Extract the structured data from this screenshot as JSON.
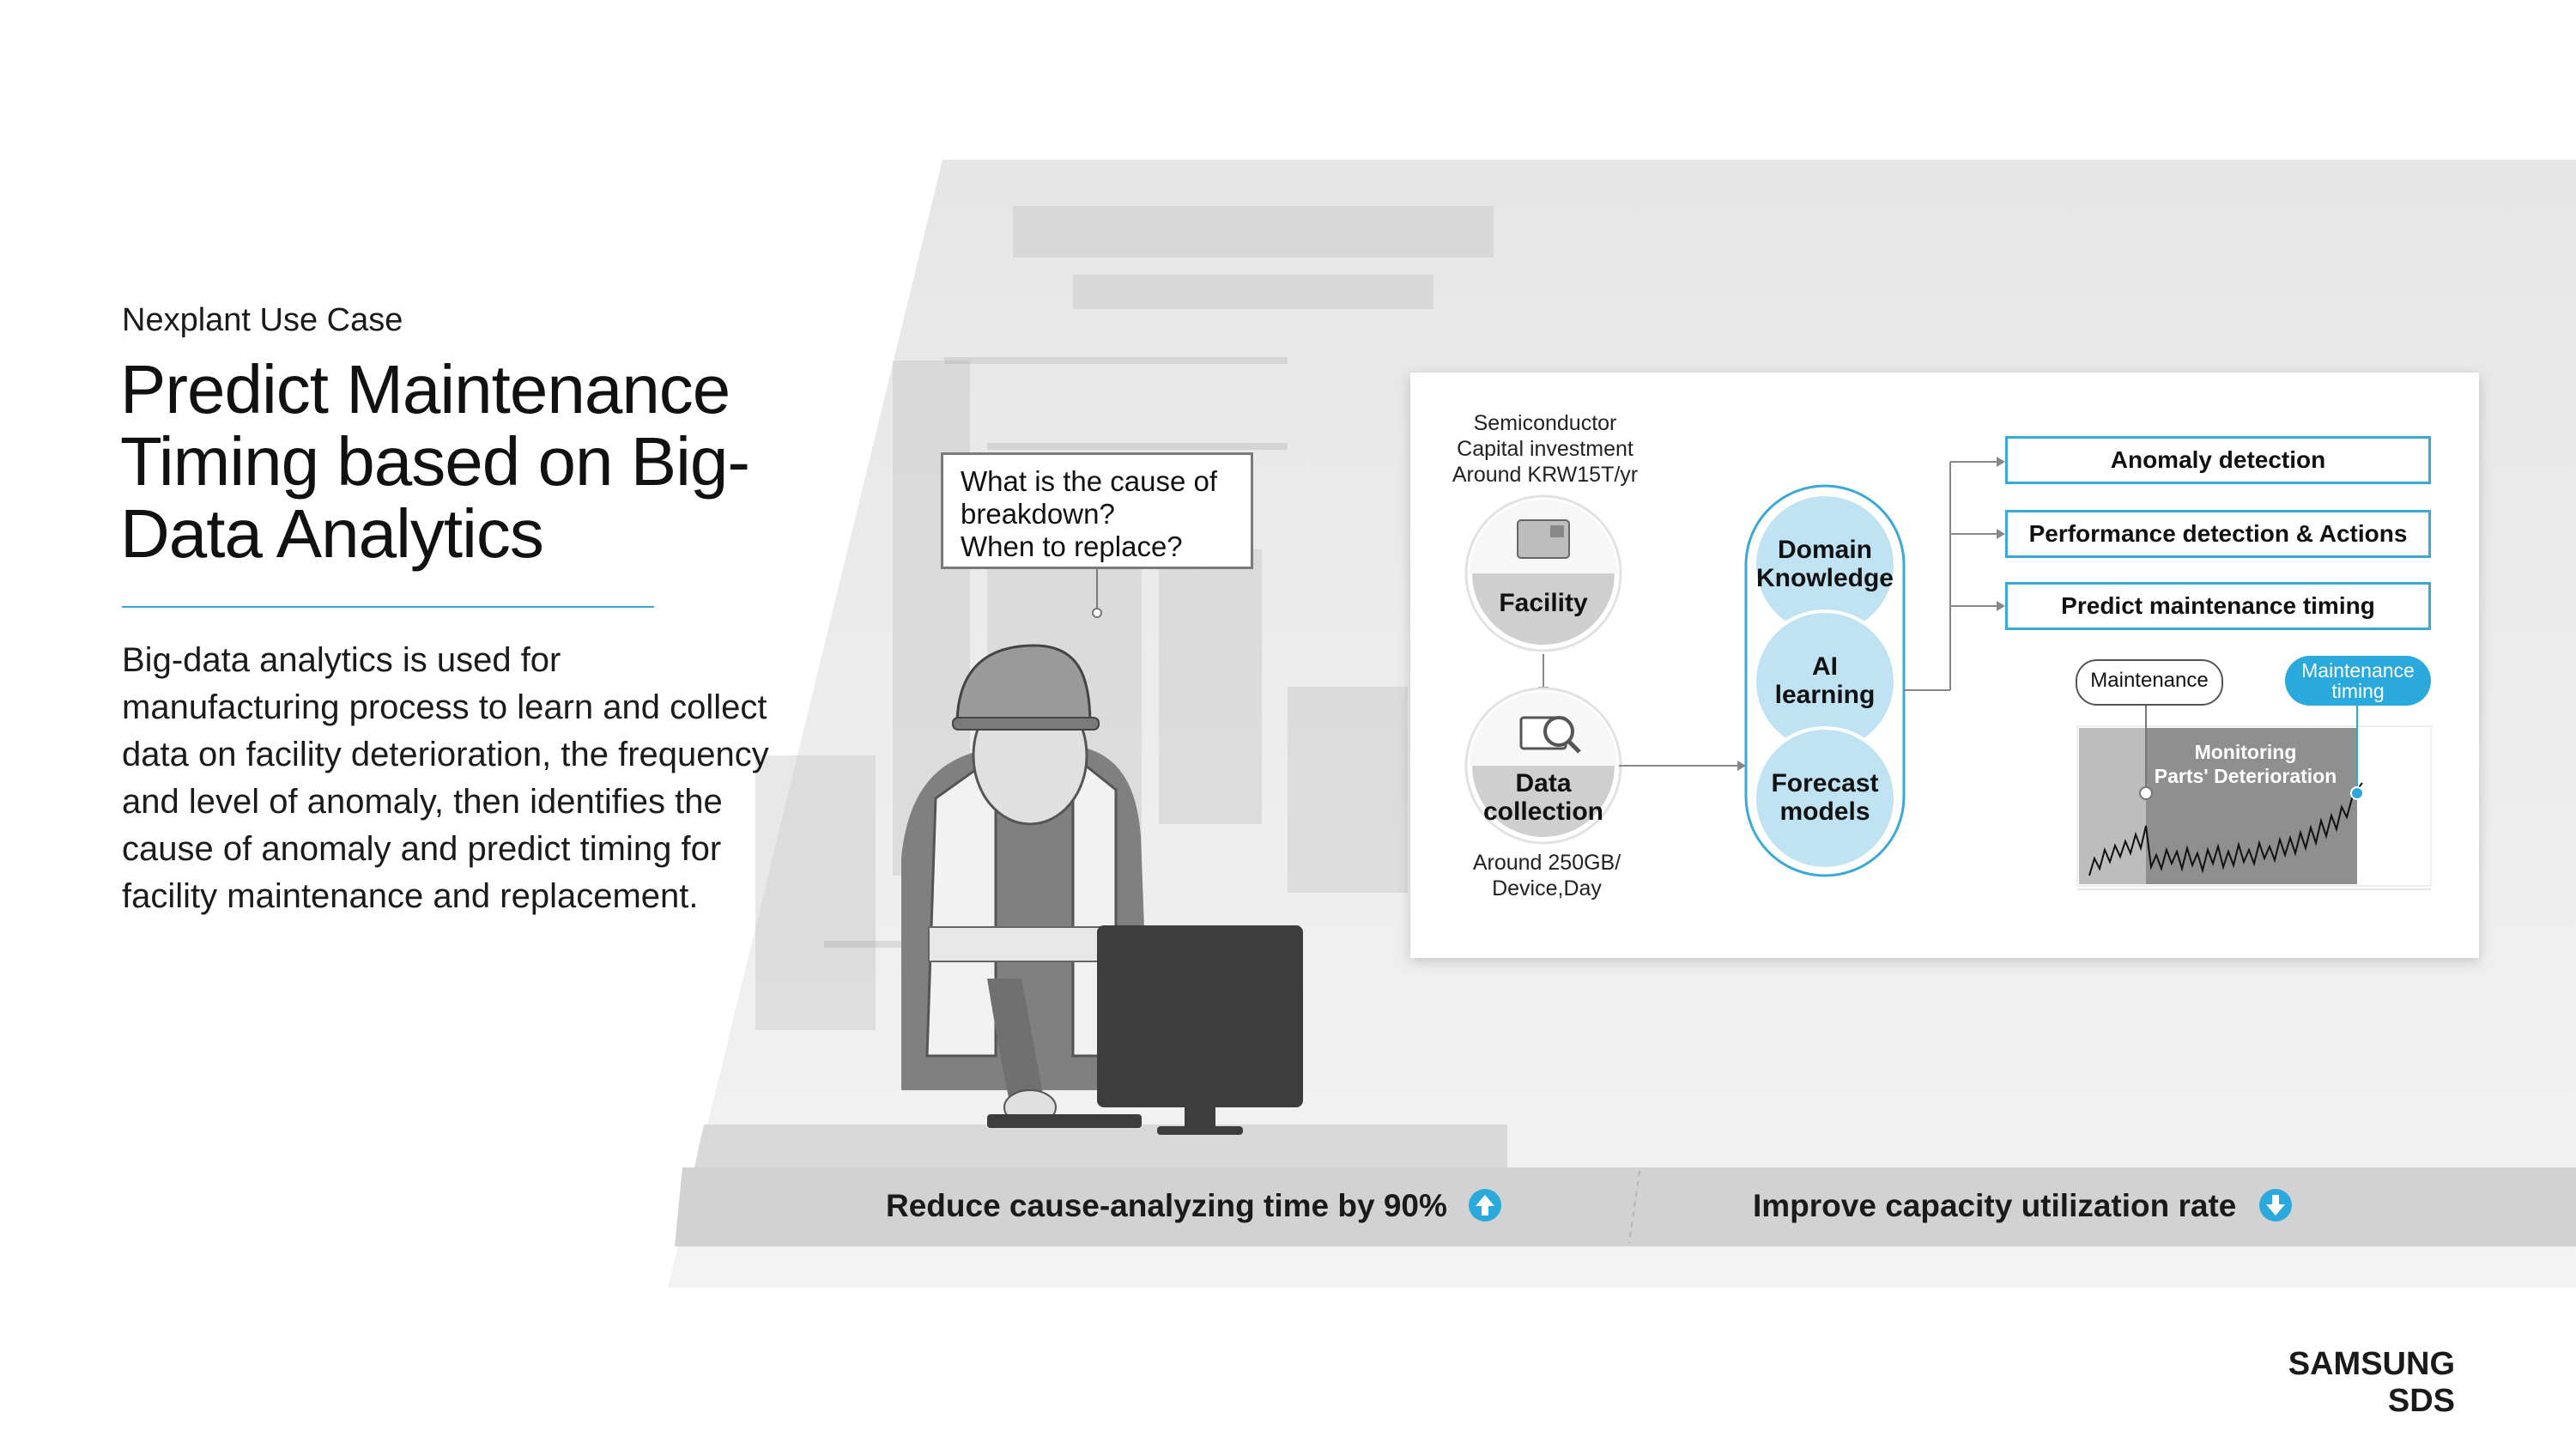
{
  "header": {
    "eyebrow": "Nexplant Use Case",
    "title": "Predict Maintenance Timing based on Big-Data Analytics"
  },
  "body": "Big-data analytics is used for manufacturing process to learn and collect data on facility deterioration, the frequency and level of anomaly, then identifies the cause of anomaly and predict timing for facility maintenance and replacement.",
  "question": {
    "line1": "What is the cause of",
    "line2": "breakdown?",
    "line3": "When to replace?"
  },
  "diagram": {
    "investment": {
      "line1": "Semiconductor",
      "line2": "Capital investment",
      "line3": "Around KRW15T/yr"
    },
    "facility_label": "Facility",
    "data_collection": {
      "line1": "Data",
      "line2": "collection"
    },
    "data_volume": {
      "line1": "Around 250GB/",
      "line2": "Device,Day"
    },
    "methods": [
      {
        "line1": "Domain",
        "line2": "Knowledge"
      },
      {
        "line1": "AI",
        "line2": "learning"
      },
      {
        "line1": "Forecast",
        "line2": "models"
      }
    ],
    "outputs": [
      "Anomaly detection",
      "Performance detection & Actions",
      "Predict maintenance timing"
    ],
    "chart_labels": {
      "maintenance": "Maintenance",
      "maintenance_timing": {
        "line1": "Maintenance",
        "line2": "timing"
      },
      "monitoring": {
        "line1": "Monitoring",
        "line2": "Parts' Deterioration"
      }
    }
  },
  "benefits": [
    {
      "label": "Reduce cause-analyzing time by 90%",
      "direction": "up-arrow-icon"
    },
    {
      "label": "Improve capacity utilization rate",
      "direction": "down-arrow-icon"
    }
  ],
  "logo": "SAMSUNG SDS",
  "colors": {
    "accent": "#3aa8d8",
    "circle_fill": "#bfe3f3",
    "benefit_bar": "#d2d2d2"
  }
}
